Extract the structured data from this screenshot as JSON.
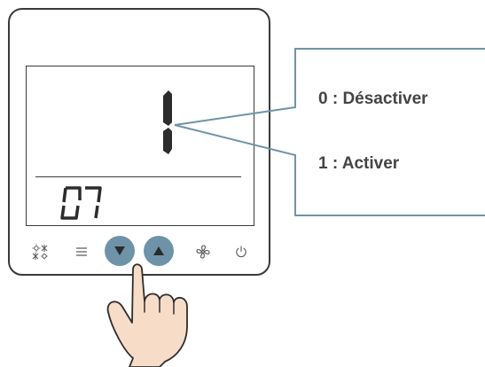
{
  "display": {
    "main_value": "1",
    "parameter_code": "07"
  },
  "buttons": {
    "mode_icon": "sun-snowflake-icon",
    "menu_icon": "menu-icon",
    "down_icon": "triangle-down-icon",
    "up_icon": "triangle-up-icon",
    "fan_icon": "fan-icon",
    "power_icon": "power-icon"
  },
  "callout": {
    "option_0": "0 : Désactiver",
    "option_1": "1 : Activer"
  },
  "colors": {
    "button_accent": "#6e93a9",
    "callout_line": "#6e93a9",
    "hand_skin": "#f7dcc8"
  }
}
